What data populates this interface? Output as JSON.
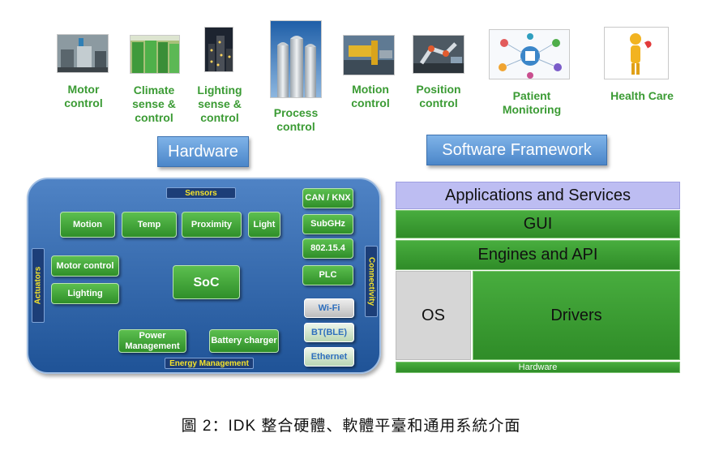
{
  "applications": [
    {
      "icon": "motor-factory-photo-icon",
      "label": "Motor\ncontrol"
    },
    {
      "icon": "climate-tanks-photo-icon",
      "label": "Climate\nsense &\ncontrol"
    },
    {
      "icon": "lighting-city-night-photo-icon",
      "label": "Lighting\nsense  &\ncontrol"
    },
    {
      "icon": "process-silos-photo-icon",
      "label": "Process\ncontrol"
    },
    {
      "icon": "motion-machine-photo-icon",
      "label": "Motion\ncontrol"
    },
    {
      "icon": "position-robot-arm-photo-icon",
      "label": "Position\ncontrol"
    },
    {
      "icon": "patient-monitoring-diagram-icon",
      "label": "Patient\nMonitoring"
    },
    {
      "icon": "health-care-figure-icon",
      "label": "Health Care"
    }
  ],
  "hardware_header": "Hardware",
  "software_header": "Software Framework",
  "hardware": {
    "sensors_label": "Sensors",
    "sensors": [
      "Motion",
      "Temp",
      "Proximity",
      "Light"
    ],
    "actuators_label": "Actuators",
    "actuators": [
      "Motor control",
      "Lighting"
    ],
    "soc": "SoC",
    "energy_label": "Energy Management",
    "energy": [
      "Power\nManagement",
      "Battery charger"
    ],
    "connectivity_label": "Connectivity",
    "connectivity": [
      "CAN / KNX",
      "SubGHz",
      "802.15.4",
      "PLC",
      "Wi-Fi",
      "BT(BLE)",
      "Ethernet"
    ]
  },
  "software": {
    "applications_layer": "Applications and Services",
    "gui_layer": "GUI",
    "engines_layer": "Engines and API",
    "os_layer": "OS",
    "drivers_layer": "Drivers",
    "hardware_layer": "Hardware"
  },
  "caption": "圖 2：IDK 整合硬體、軟體平臺和通用系統介面",
  "colors": {
    "label_green": "#3b9b34",
    "panel_blue": "#2f63a8",
    "box_green": "#3fa336",
    "accent_yellow": "#f5e32b",
    "apps_layer_lavender": "#bdbdf2",
    "os_grey": "#d6d6d6"
  }
}
